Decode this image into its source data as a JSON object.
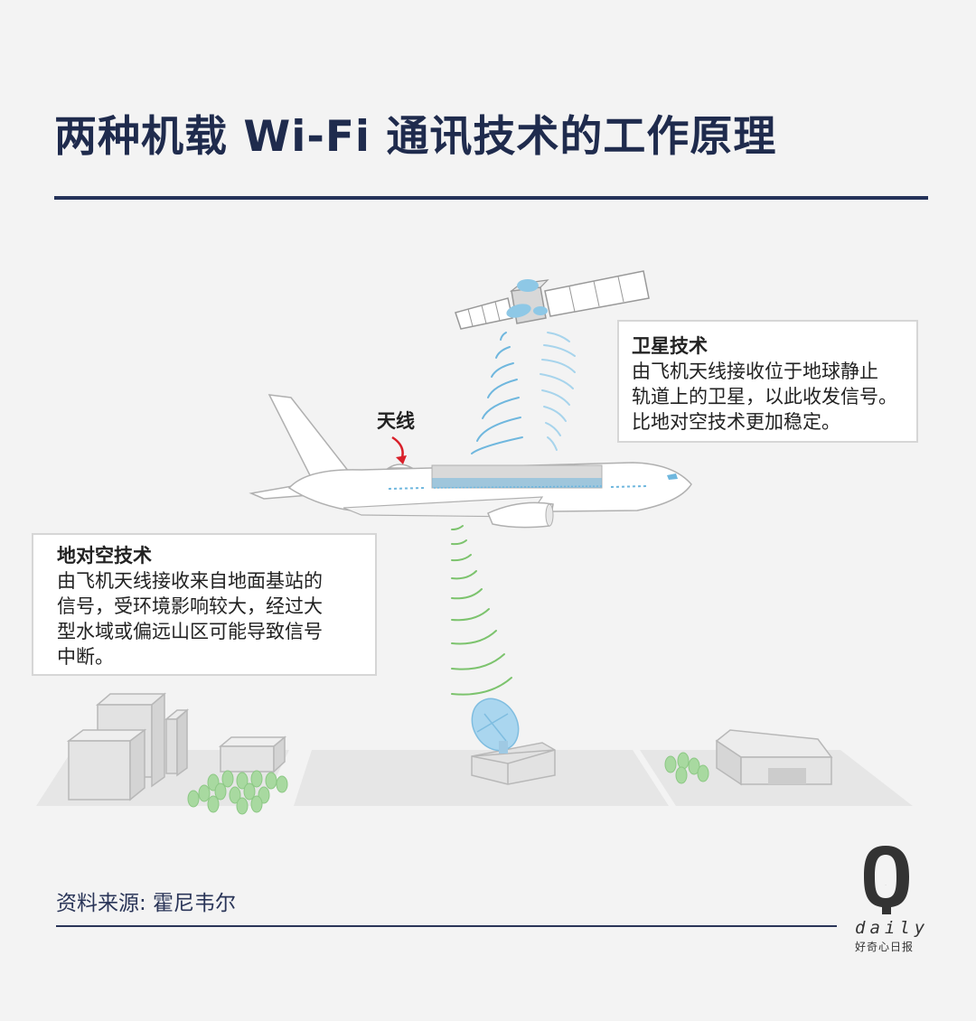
{
  "title": "两种机载 Wi-Fi 通讯技术的工作原理",
  "antenna_label": "天线",
  "satellite_callout": {
    "heading": "卫星技术",
    "body": "由飞机天线接收位于地球静止\n轨道上的卫星，以此收发信号。\n比地对空技术更加稳定。"
  },
  "ground_callout": {
    "heading": "地对空技术",
    "body": "由飞机天线接收来自地面基站的\n信号，受环境影响较大，经过大\n型水域或偏远山区可能导致信号\n中断。"
  },
  "source": "资料来源: 霍尼韦尔",
  "logo": {
    "letter": "Q",
    "word": "daily",
    "tagline": "好奇心日报"
  },
  "colors": {
    "title": "#1f2b4d",
    "satellite_signal": "#6fb7de",
    "ground_signal": "#7cc36d",
    "antenna_arrow": "#d9202a",
    "ground_plane": "#e7e7e7",
    "trees": "#a8d9a0"
  }
}
